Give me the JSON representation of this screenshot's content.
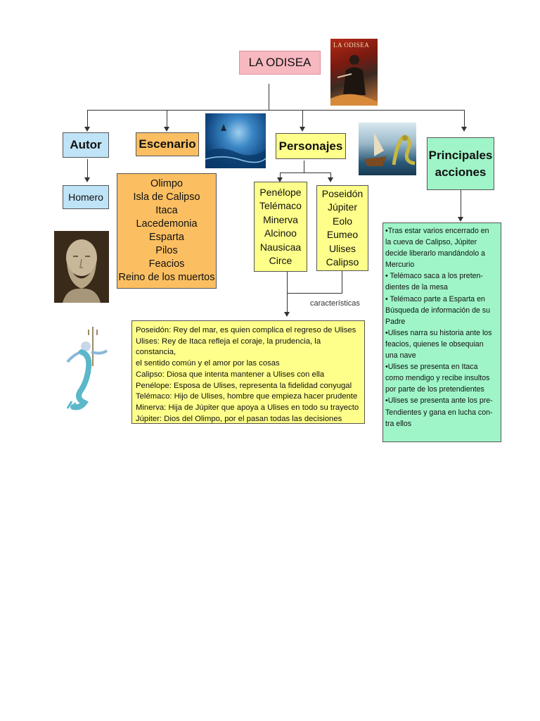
{
  "title": "LA ODISEA",
  "book_cover_text": "LA ODISEA",
  "autor": {
    "label": "Autor",
    "value": "Homero"
  },
  "escenario": {
    "label": "Escenario",
    "items": [
      "Olimpo",
      "Isla de Calipso",
      "Itaca",
      "Lacedemonia",
      "Esparta",
      "Pilos",
      "Feacios",
      "Reino de los muertos"
    ]
  },
  "personajes": {
    "label": "Personajes",
    "left": [
      "Penélope",
      "Telémaco",
      "Minerva",
      "Alcinoo",
      "Nausicaa",
      "Circe"
    ],
    "right": [
      "Poseidón",
      "Júpiter",
      "Eolo",
      "Eumeo",
      "Ulises",
      "Calipso"
    ],
    "caracteristicas_label": "características",
    "caracteristicas": [
      "Poseidón: Rey del mar, es quien complica el regreso de Ulises",
      "Ulises: Rey de Itaca refleja el coraje, la prudencia, la constancia,",
      "el sentido común y el amor por las cosas",
      "Calipso: Diosa que intenta mantener a Ulises con ella",
      "Penélope: Esposa de Ulises, representa la fidelidad conyugal",
      "Telémaco: Hijo de Ulises, hombre que empieza hacer prudente",
      "Minerva: Hija de Júpiter que apoya a Ulises en todo su trayecto",
      "Júpiter: Dios del Olimpo, por el pasan todas las decisiones"
    ]
  },
  "acciones": {
    "label_line1": "Principales",
    "label_line2": "acciones",
    "lines": [
      "•Tras estar varios encerrado en",
      "la cueva de Calipso, Júpiter",
      "decide liberarlo mandándolo a",
      "Mercurio",
      "• Telémaco saca a los preten-",
      "dientes de la mesa",
      "• Telémaco parte a Esparta en",
      "Búsqueda de información de su",
      "Padre",
      "•Ulises narra su historia ante los",
      "feacios, quienes le obsequian",
      "una nave",
      "•Ulises se presenta en Itaca",
      "como mendigo y recibe insultos",
      "por parte de los pretendientes",
      "•Ulises se presenta ante los pre-",
      "Tendientes y gana en lucha con-",
      "tra ellos"
    ]
  }
}
